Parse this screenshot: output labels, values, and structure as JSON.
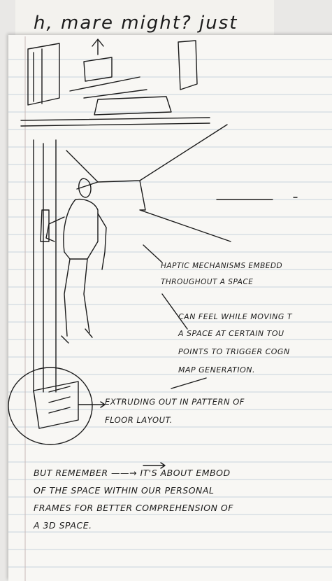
{
  "notes": {
    "top_scrawl": "h, mare might? just",
    "haptic": [
      "HAPTIC MECHANISMS EMBEDD",
      "THROUGHOUT A SPACE"
    ],
    "feel": [
      "CAN FEEL WHILE MOVING T",
      "A SPACE AT CERTAIN TOU",
      "POINTS TO TRIGGER COGN",
      "MAP GENERATION."
    ],
    "extrude": [
      "EXTRUDING OUT IN PATTERN OF",
      "FLOOR LAYOUT."
    ],
    "remember": [
      "BUT REMEMBER ——→ IT'S ABOUT EMBOD",
      "OF THE SPACE WITHIN OUR PERSONAL",
      "FRAMES FOR BETTER COMPREHENSION OF",
      "A 3D SPACE."
    ]
  },
  "palette": {
    "paper": "#f8f7f4",
    "ink": "#1b1b1b",
    "rule_line": "#c9d3db",
    "margin_line": "#c7b9b9"
  }
}
